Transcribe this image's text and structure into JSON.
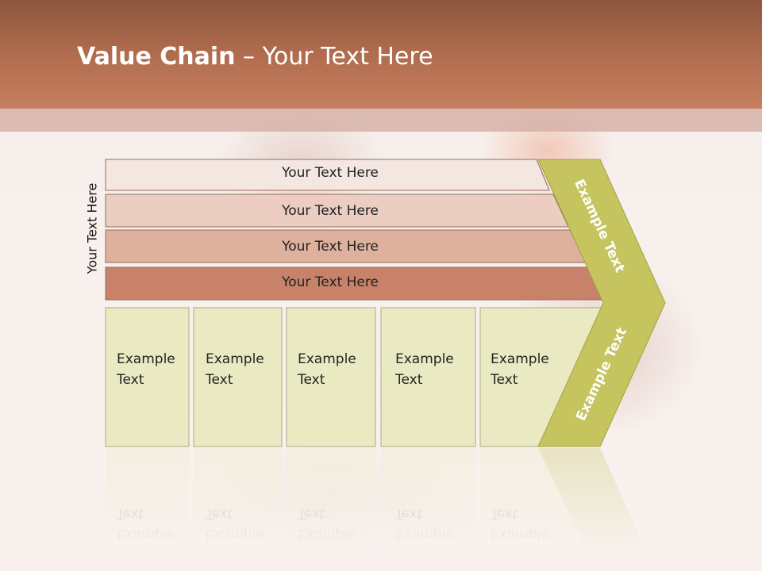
{
  "title": {
    "bold": "Value Chain",
    "rest": " – Your Text Here"
  },
  "side_label": "Your Text Here",
  "rows": [
    {
      "label": "Your Text Here",
      "fill": "#f4e6e0"
    },
    {
      "label": "Your Text Here",
      "fill": "#ebcdc2"
    },
    {
      "label": "Your Text Here",
      "fill": "#deb19f"
    },
    {
      "label": "Your Text Here",
      "fill": "#c8826a"
    }
  ],
  "columns": [
    {
      "line1": "Example",
      "line2": "Text"
    },
    {
      "line1": "Example",
      "line2": "Text"
    },
    {
      "line1": "Example",
      "line2": "Text"
    },
    {
      "line1": "Example",
      "line2": "Text"
    },
    {
      "line1": "Example",
      "line2": "Text"
    }
  ],
  "chevron": {
    "top_label": "Example Text",
    "bottom_label": "Example Text"
  },
  "colors": {
    "header": "#b16c4e",
    "column_fill": "#eaeac2",
    "chevron_fill": "#c5c45f",
    "row_stroke": "#9a6a58"
  }
}
